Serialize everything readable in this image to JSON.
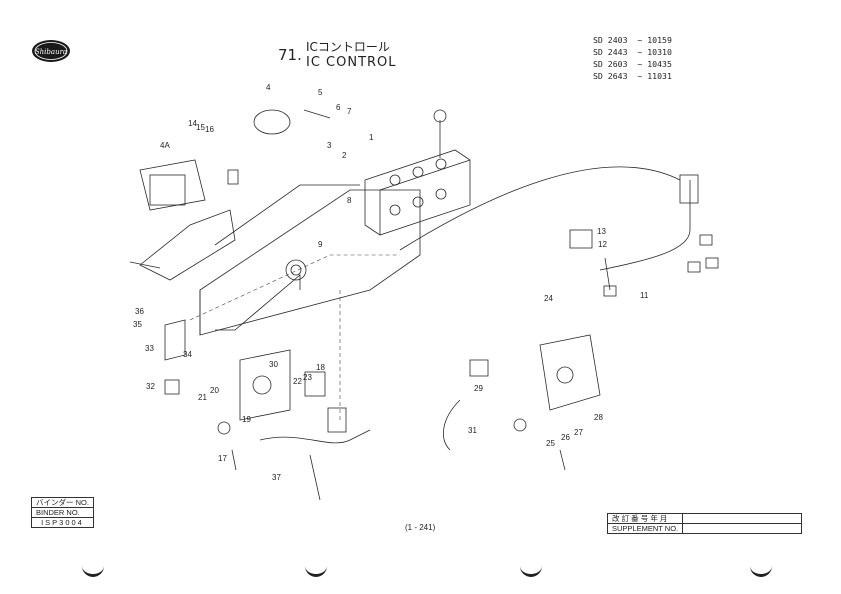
{
  "header": {
    "section_number": "71.",
    "title_jp": "ICコントロール",
    "title_en": "IC CONTROL",
    "logo_text": "Shibaura"
  },
  "serial_ranges": [
    {
      "model": "SD 2403",
      "range": "~ 10159"
    },
    {
      "model": "SD 2443",
      "range": "~ 10310"
    },
    {
      "model": "SD 2603",
      "range": "~ 10435"
    },
    {
      "model": "SD 2643",
      "range": "~ 11031"
    }
  ],
  "part_labels": [
    "1",
    "2",
    "3",
    "4",
    "4A",
    "5",
    "6",
    "7",
    "8",
    "9",
    "11",
    "12",
    "13",
    "14",
    "15",
    "16",
    "17",
    "18",
    "19",
    "20",
    "21",
    "22",
    "23",
    "24",
    "25",
    "26",
    "27",
    "28",
    "29",
    "30",
    "31",
    "32",
    "33",
    "34",
    "35",
    "36",
    "37"
  ],
  "binder": {
    "label_jp": "バインダー NO.",
    "label_en": "BINDER NO.",
    "value": "ISP3004"
  },
  "page_number": "(1 - 241)",
  "supplement": {
    "label_jp": "改 訂 番 号 年 月",
    "label_en": "SUPPLEMENT NO."
  }
}
